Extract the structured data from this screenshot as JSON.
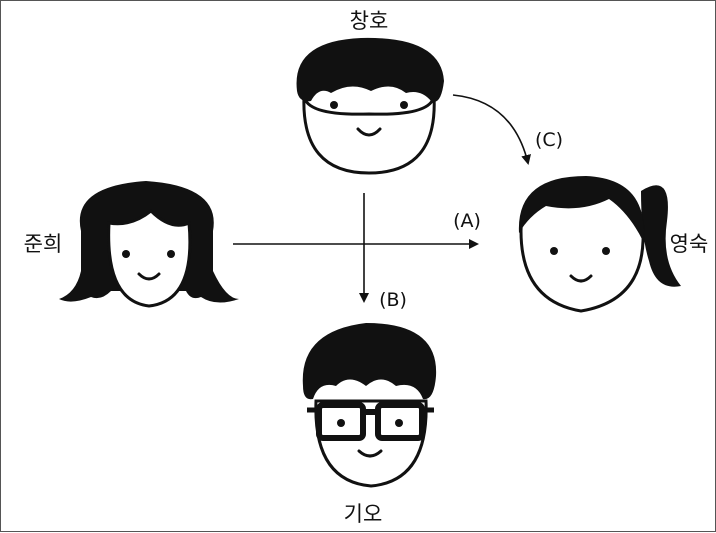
{
  "people": {
    "changho": "창호",
    "junhee": "준희",
    "youngsuk": "영숙",
    "kiho": "기오"
  },
  "arrows": {
    "a": "(A)",
    "b": "(B)",
    "c": "(C)"
  },
  "colors": {
    "ink": "#111111",
    "border": "#555555",
    "background": "#ffffff"
  }
}
